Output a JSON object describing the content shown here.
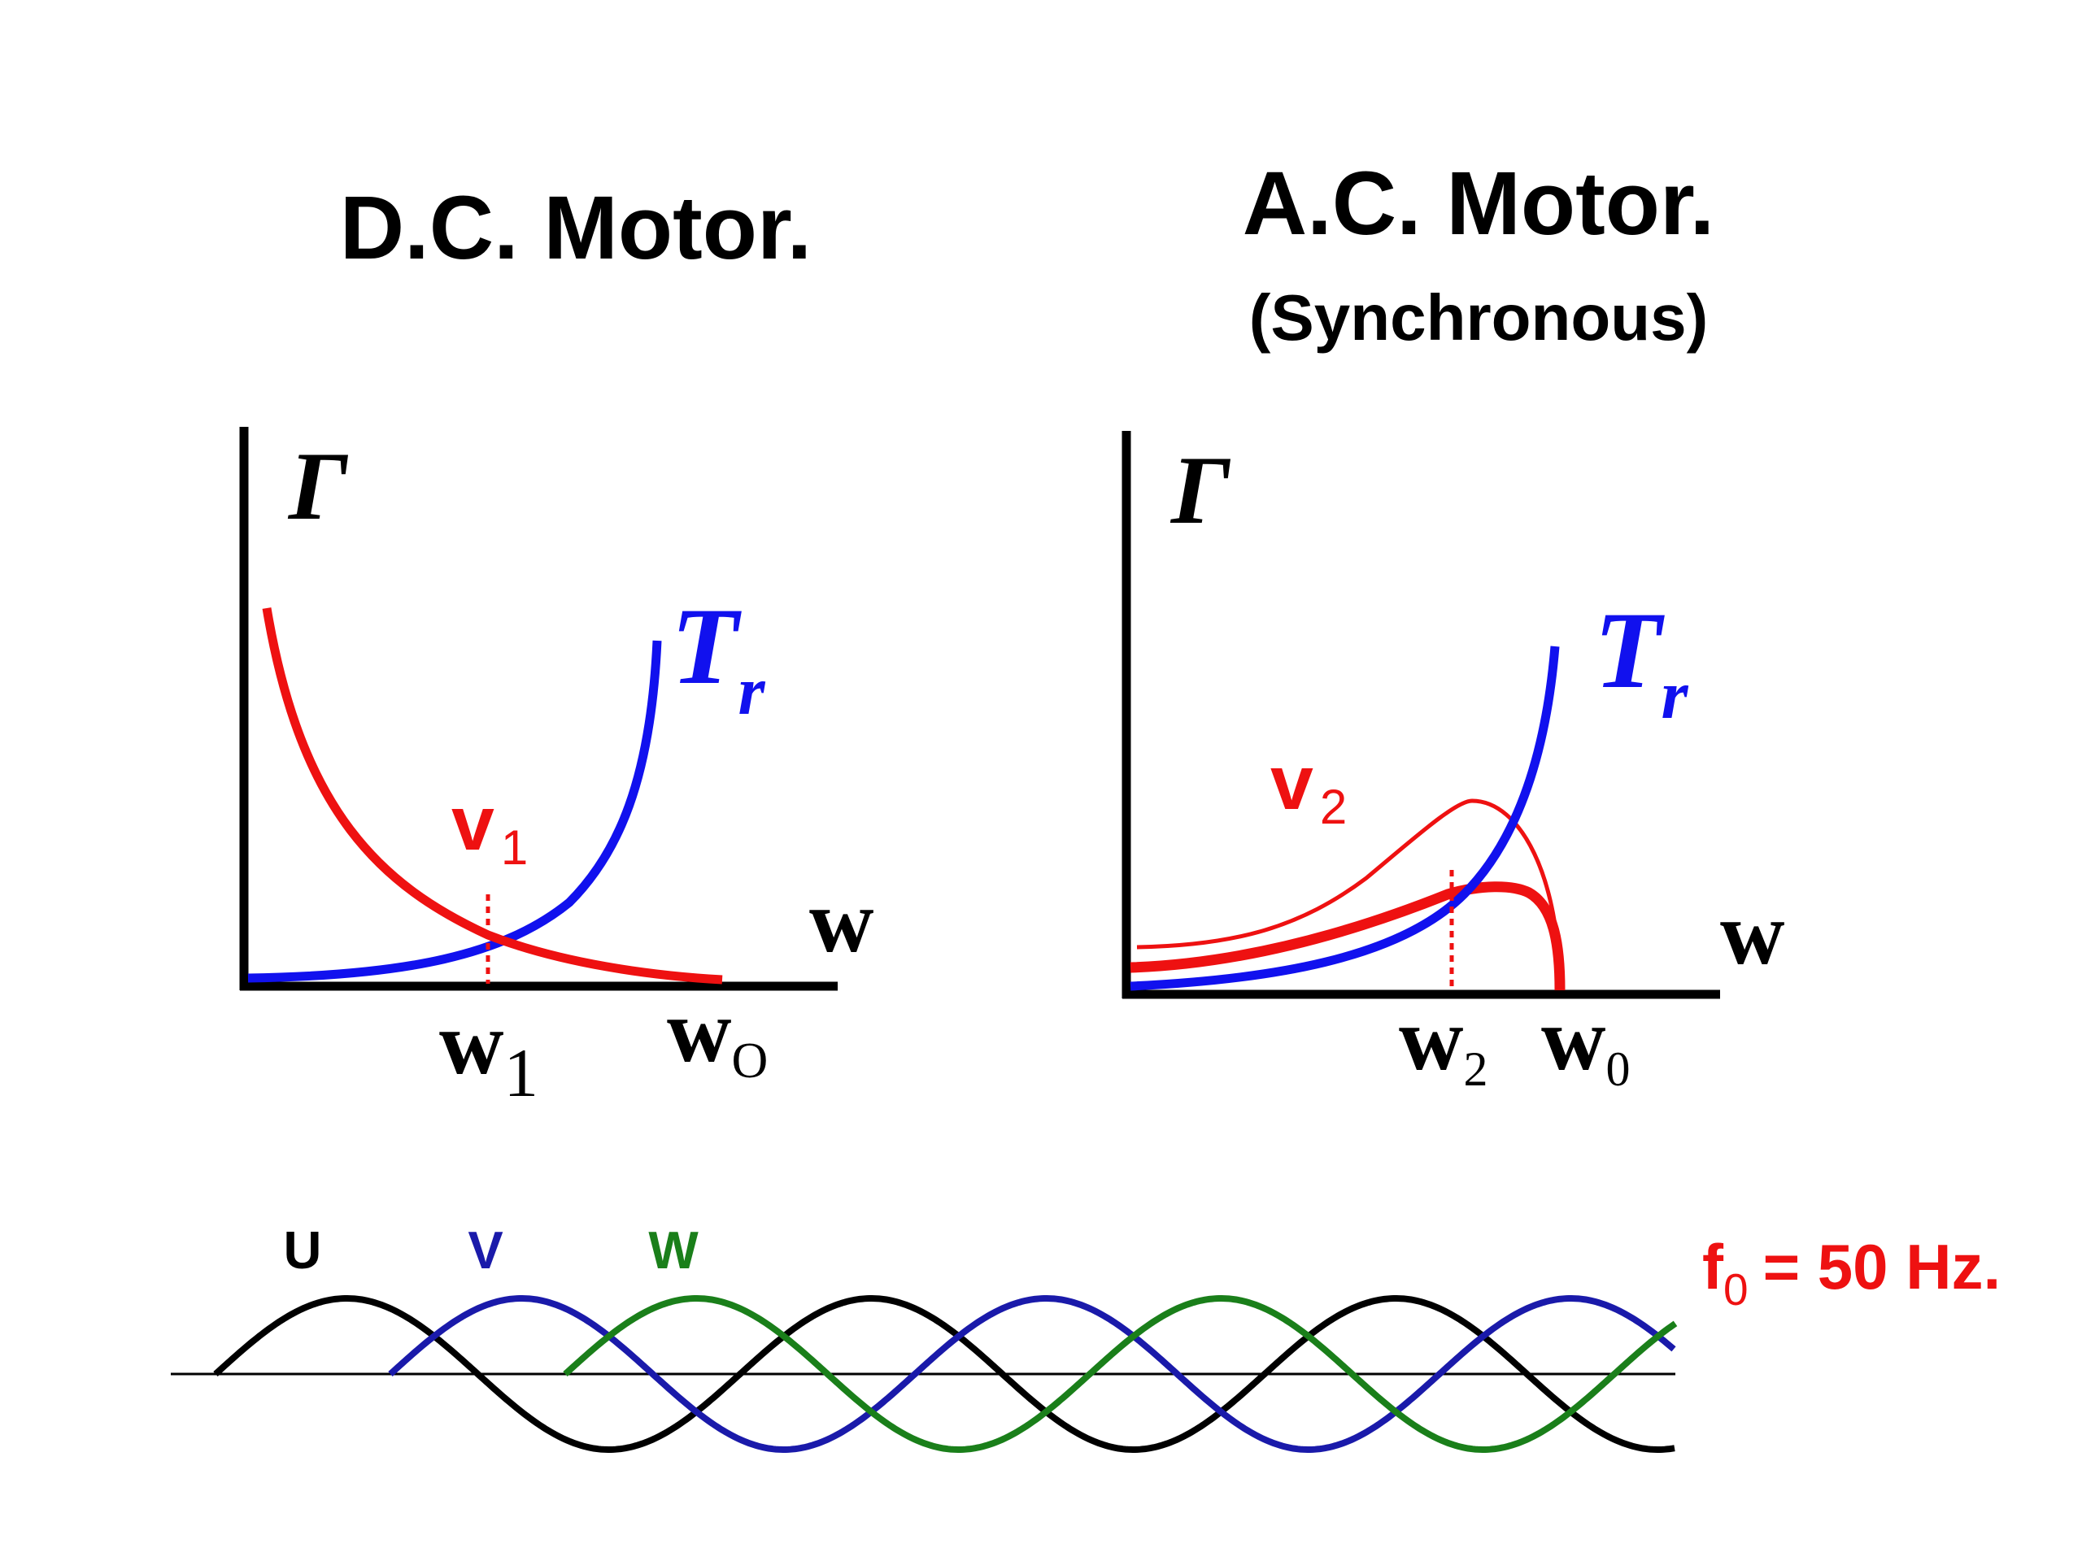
{
  "dc": {
    "title": "D.C. Motor.",
    "y_axis": "Γ",
    "x_axis": "w",
    "load_curve": {
      "letter": "T",
      "sub": "r"
    },
    "voltage_curve": {
      "letter": "v",
      "sub": "1"
    },
    "operating_speed": {
      "letter": "w",
      "sub": "1"
    },
    "noload_speed": {
      "letter": "w",
      "sub": "O"
    }
  },
  "ac": {
    "title": "A.C. Motor.",
    "subtitle": "(Synchronous)",
    "y_axis": "Γ",
    "x_axis": "w",
    "load_curve": {
      "letter": "T",
      "sub": "r"
    },
    "voltage_curve": {
      "letter": "v",
      "sub": "2"
    },
    "operating_speed": {
      "letter": "w",
      "sub": "2"
    },
    "sync_speed": {
      "letter": "w",
      "sub": "0"
    }
  },
  "phases": {
    "labels": [
      "U",
      "V",
      "W"
    ],
    "colors": {
      "U": "#000000",
      "V": "#1a1aaa",
      "W": "#1a7f1a"
    },
    "frequency": {
      "symbol": "f",
      "sub": "0",
      "value": "= 50 Hz."
    }
  },
  "colors": {
    "torque": "#ee1111",
    "load": "#1111ee",
    "axis": "#000000"
  }
}
